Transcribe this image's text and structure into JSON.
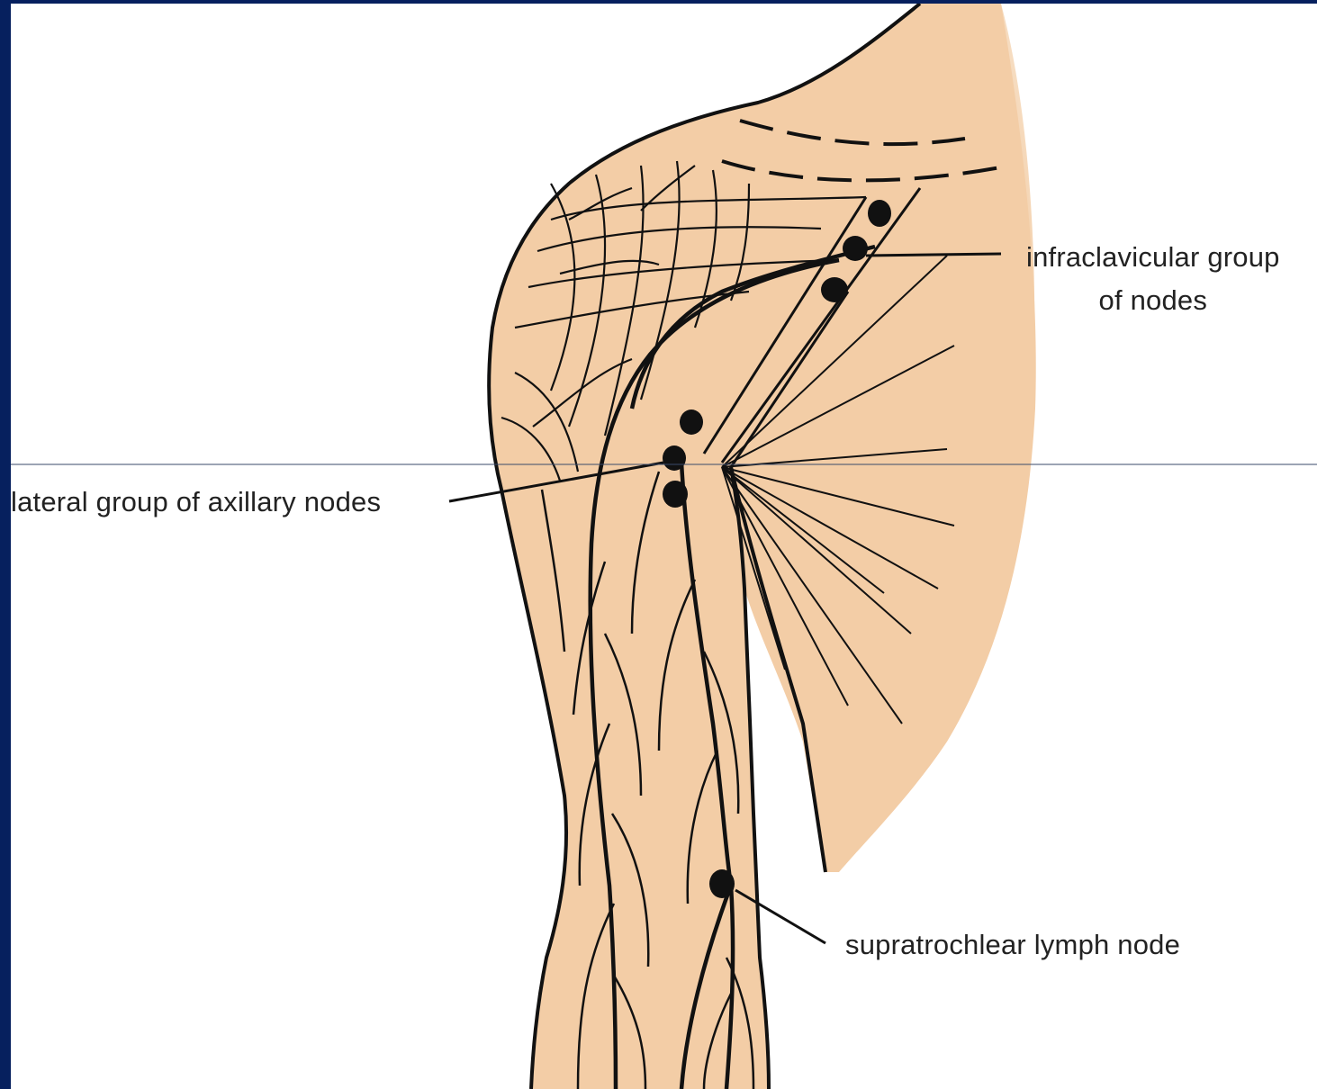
{
  "colors": {
    "frame": "#06205e",
    "skin": "#f3cda6",
    "line": "#111111",
    "text": "#222222",
    "background": "#ffffff"
  },
  "labels": {
    "infraclavicular_line1": "infraclavicular group",
    "infraclavicular_line2": "of nodes",
    "lateral_axillary": "lateral group of axillary nodes",
    "supratrochlear": "supratrochlear lymph node"
  }
}
